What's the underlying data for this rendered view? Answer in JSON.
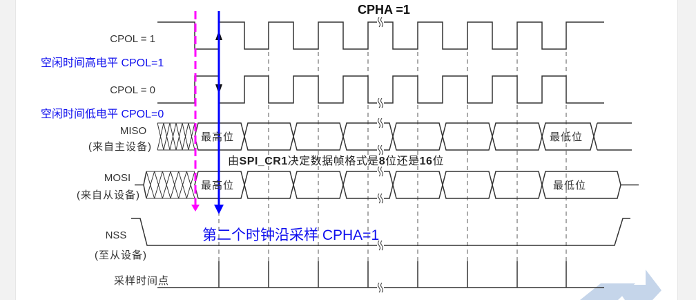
{
  "title": "CPHA =1",
  "signals": {
    "cpol1": "CPOL = 1",
    "cpol1_note": "空闲时间高电平 CPOL=1",
    "cpol0": "CPOL = 0",
    "cpol0_note": "空闲时间低电平 CPOL=0",
    "miso": "MISO",
    "miso_sub": "(来自主设备)",
    "mosi": "MOSI",
    "mosi_sub": "(来自从设备)",
    "nss": "NSS",
    "nss_sub": "(至从设备)",
    "sample": "采样时间点"
  },
  "bits": {
    "msb": "最高位",
    "lsb": "最低位"
  },
  "frame_note": {
    "prefix": "由",
    "reg": "SPI_CR1",
    "mid": "决定数据帧格式是",
    "n8": "8",
    "mid2": "位还是",
    "n16": "16",
    "suffix": "位"
  },
  "sample_note": "第二个时钟沿采样 CPHA=1",
  "colors": {
    "blue": "#0000ff",
    "magenta": "#ff00ff",
    "line": "#333333",
    "watermark": "#c5d5ea"
  }
}
